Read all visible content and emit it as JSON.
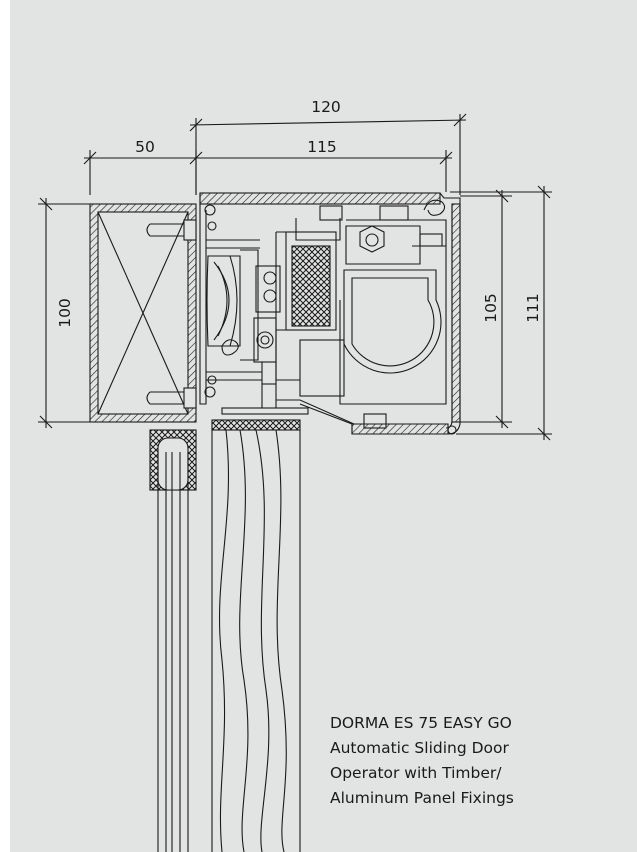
{
  "dimensions": {
    "top_overall": "120",
    "top_left": "50",
    "top_right": "115",
    "left_height": "100",
    "right_inner": "105",
    "right_outer": "111"
  },
  "caption": {
    "line1": "DORMA ES 75 EASY GO",
    "line2": "Automatic Sliding Door",
    "line3": "Operator with Timber/",
    "line4": "Aluminum Panel Fixings"
  },
  "colors": {
    "background": "#e2e3e3",
    "line": "#1a1a1a"
  }
}
